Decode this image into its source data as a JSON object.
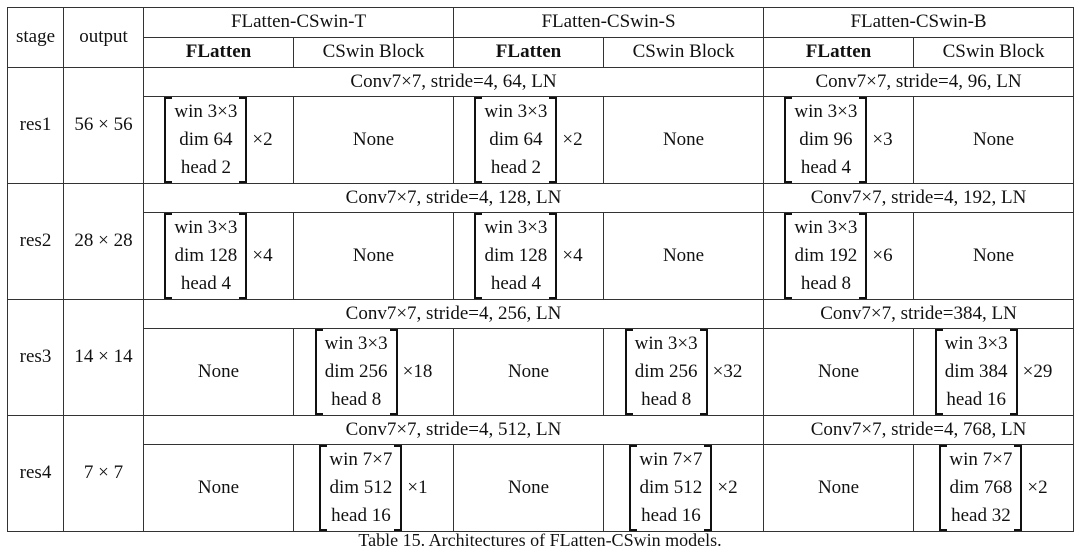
{
  "table": {
    "headers": {
      "stage": "stage",
      "output": "output",
      "models": [
        {
          "name": "FLatten-CSwin-T",
          "sub": [
            "FLatten",
            "CSwin Block"
          ]
        },
        {
          "name": "FLatten-CSwin-S",
          "sub": [
            "FLatten",
            "CSwin Block"
          ]
        },
        {
          "name": "FLatten-CSwin-B",
          "sub": [
            "FLatten",
            "CSwin Block"
          ]
        }
      ]
    },
    "stages": [
      {
        "stage": "res1",
        "output": "56 × 56",
        "conv": [
          "Conv7×7, stride=4, 64, LN",
          "Conv7×7, stride=4, 96, LN"
        ],
        "cells": [
          {
            "win": "win 3×3",
            "dim": "dim 64",
            "head": "head 2",
            "mult": "×2"
          },
          "None",
          {
            "win": "win 3×3",
            "dim": "dim 64",
            "head": "head 2",
            "mult": "×2"
          },
          "None",
          {
            "win": "win 3×3",
            "dim": "dim 96",
            "head": "head 4",
            "mult": "×3"
          },
          "None"
        ]
      },
      {
        "stage": "res2",
        "output": "28 × 28",
        "conv": [
          "Conv7×7, stride=4, 128, LN",
          "Conv7×7, stride=4, 192, LN"
        ],
        "cells": [
          {
            "win": "win 3×3",
            "dim": "dim 128",
            "head": "head 4",
            "mult": "×4"
          },
          "None",
          {
            "win": "win 3×3",
            "dim": "dim 128",
            "head": "head 4",
            "mult": "×4"
          },
          "None",
          {
            "win": "win 3×3",
            "dim": "dim 192",
            "head": "head 8",
            "mult": "×6"
          },
          "None"
        ]
      },
      {
        "stage": "res3",
        "output": "14 × 14",
        "conv": [
          "Conv7×7, stride=4, 256, LN",
          "Conv7×7, stride=384, LN"
        ],
        "cells": [
          "None",
          {
            "win": "win 3×3",
            "dim": "dim 256",
            "head": "head 8",
            "mult": "×18"
          },
          "None",
          {
            "win": "win 3×3",
            "dim": "dim 256",
            "head": "head 8",
            "mult": "×32"
          },
          "None",
          {
            "win": "win 3×3",
            "dim": "dim 384",
            "head": "head 16",
            "mult": "×29"
          }
        ]
      },
      {
        "stage": "res4",
        "output": "7 × 7",
        "conv": [
          "Conv7×7, stride=4, 512, LN",
          "Conv7×7, stride=4, 768, LN"
        ],
        "cells": [
          "None",
          {
            "win": "win 7×7",
            "dim": "dim 512",
            "head": "head 16",
            "mult": "×1"
          },
          "None",
          {
            "win": "win 7×7",
            "dim": "dim 512",
            "head": "head 16",
            "mult": "×2"
          },
          "None",
          {
            "win": "win 7×7",
            "dim": "dim 768",
            "head": "head 32",
            "mult": "×2"
          }
        ]
      }
    ]
  },
  "caption": "Table 15. Architectures of FLatten-CSwin models."
}
